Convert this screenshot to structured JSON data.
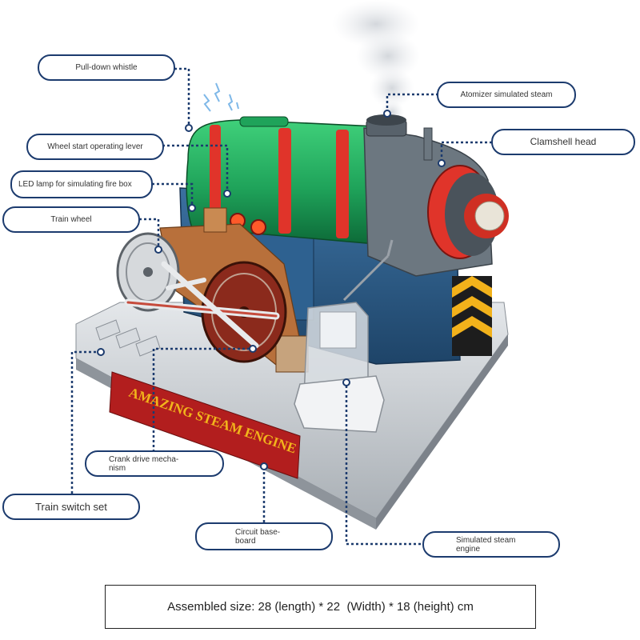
{
  "callouts": {
    "pull_down_whistle": "Pull-down whistle",
    "atomizer_steam": "Atomizer simulated steam",
    "clamshell_head": "Clamshell head",
    "wheel_start_lever": "Wheel start operating lever",
    "led_lamp": "LED lamp for simulating fire box",
    "train_wheel": "Train wheel",
    "crank_drive": "Crank drive mecha-nism",
    "train_switch_set": "Train switch set",
    "circuit_baseboard": "Circuit base-board",
    "simulated_steam_engine": "Simulated steam engine"
  },
  "nameplate": "AMAZING STEAM ENGINE",
  "assembled_size": "Assembled size: 28 (length) * 22  (Width) * 18 (height) cm",
  "colors": {
    "boiler_green": "#1fa35a",
    "boiler_red": "#e0342a",
    "frame_blue": "#2a5a86",
    "smokebox_gray": "#6c7780",
    "base_silver": "#c9ced3",
    "callout_border": "#1c3b6e",
    "leader_line": "#1c3b6e"
  }
}
